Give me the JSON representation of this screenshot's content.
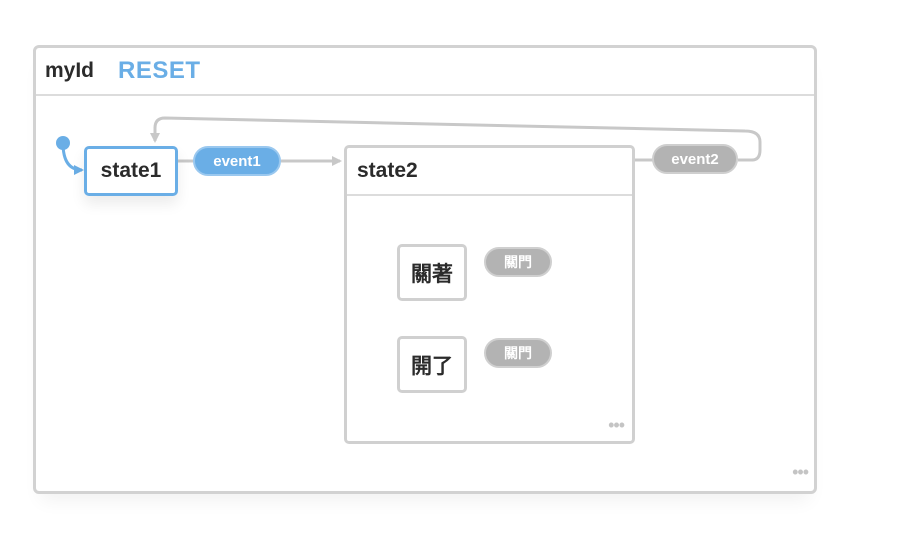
{
  "machine": {
    "id": "myId",
    "reset_label": "RESET",
    "more": "•••"
  },
  "states": {
    "state1": "state1",
    "state2": "state2",
    "closed": "關著",
    "open": "開了",
    "state2_more": "•••"
  },
  "events": {
    "event1": "event1",
    "event2": "event2",
    "toggle_closed": "關門",
    "toggle_open": "關門"
  },
  "colors": {
    "active": "#6aaee6",
    "inactive": "#b3b3b3",
    "border": "#d0d0d0",
    "edge": "#c8c8c8"
  },
  "icons": {
    "initial": "initial-state-dot-icon",
    "more": "more-dots-icon",
    "arrow": "arrowhead-icon"
  }
}
